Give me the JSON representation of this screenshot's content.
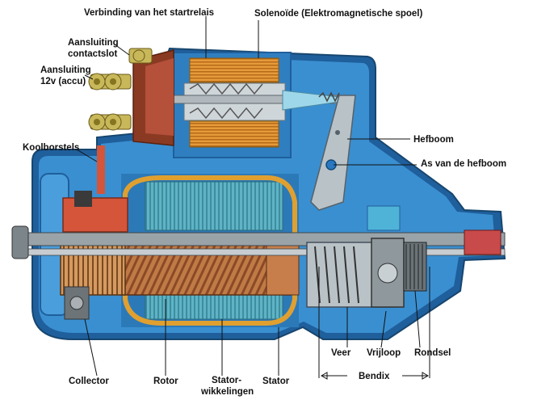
{
  "labels": {
    "verbinding": "Verbinding van het startrelais",
    "solenoide": "Solenoïde (Elektromagnetische spoel)",
    "contactslot_1": "Aansluiting",
    "contactslot_2": "contactslot",
    "accu_1": "Aansluiting",
    "accu_2": "12v (accu)",
    "koolborstels": "Koolborstels",
    "hefboom": "Hefboom",
    "as_hefboom": "As van de hefboom",
    "veer": "Veer",
    "vrijloop": "Vrijloop",
    "rondsel": "Rondsel",
    "collector": "Collector",
    "rotor": "Rotor",
    "stator_wikkelingen_1": "Stator-",
    "stator_wikkelingen_2": "wikkelingen",
    "stator": "Stator",
    "bendix": "Bendix"
  },
  "colors": {
    "housing_blue": "#3a8fd0",
    "housing_dark": "#1f5f9c",
    "coil_orange": "#e08a2a",
    "copper": "#b86a3a",
    "stator_teal": "#4fa7b8",
    "steel_grey": "#a8b0b5",
    "brush_red": "#d4553a"
  }
}
